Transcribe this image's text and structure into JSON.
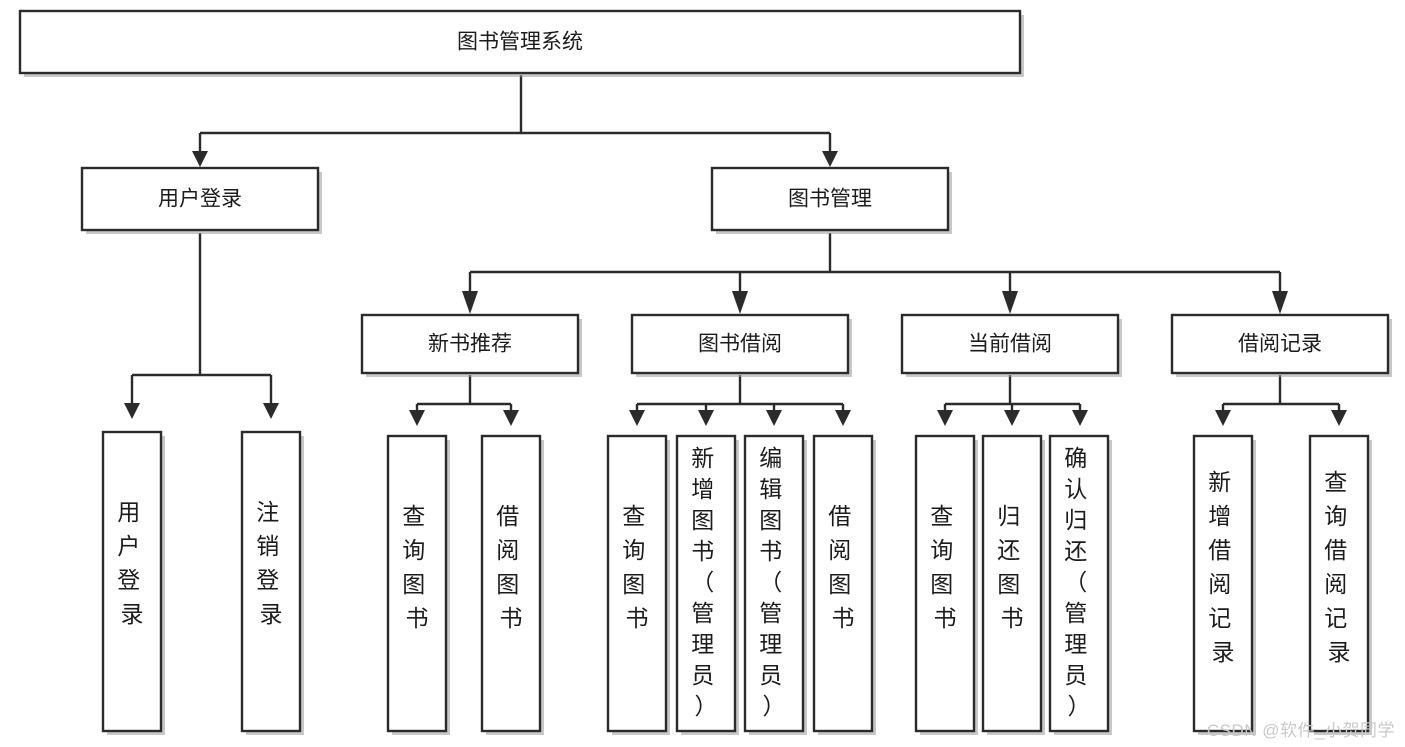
{
  "diagram": {
    "title": "图书管理系统",
    "type": "hierarchy-tree",
    "root": {
      "id": "root",
      "label": "图书管理系统",
      "orientation": "horizontal"
    },
    "level2": [
      {
        "id": "user-login",
        "label": "用户登录",
        "orientation": "horizontal"
      },
      {
        "id": "book-manage",
        "label": "图书管理",
        "orientation": "horizontal"
      }
    ],
    "level3": [
      {
        "id": "new-book-recommend",
        "label": "新书推荐",
        "parent": "book-manage",
        "orientation": "horizontal"
      },
      {
        "id": "book-borrow",
        "label": "图书借阅",
        "parent": "book-manage",
        "orientation": "horizontal"
      },
      {
        "id": "current-borrow",
        "label": "当前借阅",
        "parent": "book-manage",
        "orientation": "horizontal"
      },
      {
        "id": "borrow-record",
        "label": "借阅记录",
        "parent": "book-manage",
        "orientation": "horizontal"
      }
    ],
    "leaves": [
      {
        "id": "leaf-user-login",
        "parent": "user-login",
        "lines": [
          "用",
          "户",
          "登",
          "录"
        ],
        "orientation": "vertical"
      },
      {
        "id": "leaf-user-logout",
        "parent": "user-login",
        "lines": [
          "注",
          "销",
          "登",
          "录"
        ],
        "orientation": "vertical"
      },
      {
        "id": "leaf-query-book-1",
        "parent": "new-book-recommend",
        "lines": [
          "查",
          "询",
          "图",
          "书"
        ],
        "orientation": "vertical"
      },
      {
        "id": "leaf-borrow-book-1",
        "parent": "new-book-recommend",
        "lines": [
          "借",
          "阅",
          "图",
          "书"
        ],
        "orientation": "vertical"
      },
      {
        "id": "leaf-query-book-2",
        "parent": "book-borrow",
        "lines": [
          "查",
          "询",
          "图",
          "书"
        ],
        "orientation": "vertical"
      },
      {
        "id": "leaf-add-book",
        "parent": "book-borrow",
        "lines": [
          "新",
          "增",
          "图",
          "书",
          "（",
          "管",
          "理",
          "员",
          "）"
        ],
        "orientation": "vertical"
      },
      {
        "id": "leaf-edit-book",
        "parent": "book-borrow",
        "lines": [
          "编",
          "辑",
          "图",
          "书",
          "（",
          "管",
          "理",
          "员",
          "）"
        ],
        "orientation": "vertical"
      },
      {
        "id": "leaf-borrow-book-2",
        "parent": "book-borrow",
        "lines": [
          "借",
          "阅",
          "图",
          "书"
        ],
        "orientation": "vertical"
      },
      {
        "id": "leaf-query-book-3",
        "parent": "current-borrow",
        "lines": [
          "查",
          "询",
          "图",
          "书"
        ],
        "orientation": "vertical"
      },
      {
        "id": "leaf-return-book",
        "parent": "current-borrow",
        "lines": [
          "归",
          "还",
          "图",
          "书"
        ],
        "orientation": "vertical"
      },
      {
        "id": "leaf-confirm-return",
        "parent": "current-borrow",
        "lines": [
          "确",
          "认",
          "归",
          "还",
          "（",
          "管",
          "理",
          "员",
          "）"
        ],
        "orientation": "vertical"
      },
      {
        "id": "leaf-add-record",
        "parent": "borrow-record",
        "lines": [
          "新",
          "增",
          "借",
          "阅",
          "记",
          "录"
        ],
        "orientation": "vertical"
      },
      {
        "id": "leaf-query-record",
        "parent": "borrow-record",
        "lines": [
          "查",
          "询",
          "借",
          "阅",
          "记",
          "录"
        ],
        "orientation": "vertical"
      }
    ],
    "colors": {
      "stroke": "#2b2b2b",
      "fill": "#ffffff",
      "text": "#1c1c1c",
      "watermark": "#c9c9c9",
      "background": "#ffffff"
    }
  },
  "watermark": {
    "text": "CSDN @软件_小贺同学"
  }
}
